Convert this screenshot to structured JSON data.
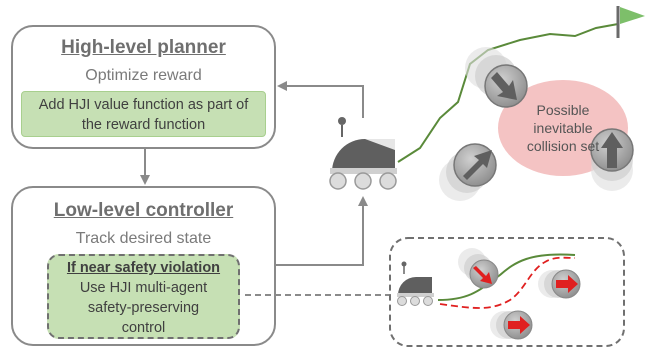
{
  "high_level": {
    "title": "High-level planner",
    "subtitle": "Optimize reward",
    "note_line1": "Add HJI value function as part of",
    "note_line2": "the reward function"
  },
  "low_level": {
    "title": "Low-level controller",
    "subtitle": "Track desired state",
    "note_heading": "If near safety violation",
    "note_line1": "Use HJI multi-agent",
    "note_line2": "safety-preserving",
    "note_line3": "control"
  },
  "collision_set": {
    "line1": "Possible",
    "line2": "inevitable",
    "line3": "collision set"
  },
  "colors": {
    "green_fill": "#c6e0b4",
    "path_green": "#5a8a3a",
    "blob_red": "#f2b8b8",
    "arrow_red": "#e02020",
    "flag_green": "#7dbf6a"
  },
  "icons": [
    "robot-icon",
    "flag-icon",
    "agent-icon",
    "arrow-icon"
  ]
}
